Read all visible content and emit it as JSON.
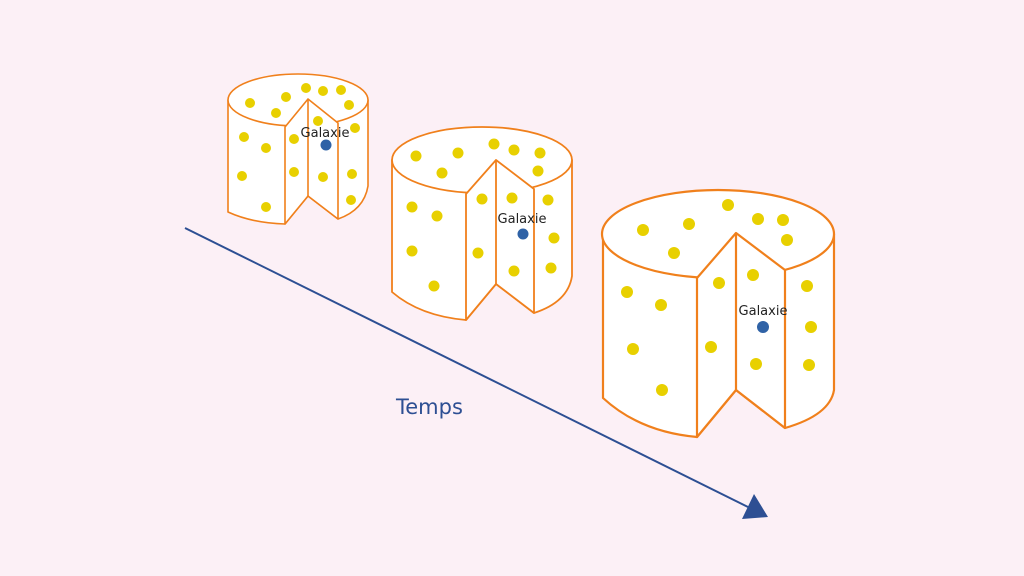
{
  "time_label": "Temps",
  "galaxy_label": "Galaxie",
  "colors": {
    "background": "#fcf0f6",
    "outline": "#f0801c",
    "dough": "#ffffff",
    "raisin": "#e8d000",
    "galaxy": "#2f62a6",
    "arrow": "#2d4f93",
    "text": "#222222"
  },
  "stages": [
    {
      "name": "small"
    },
    {
      "name": "medium"
    },
    {
      "name": "large"
    }
  ]
}
